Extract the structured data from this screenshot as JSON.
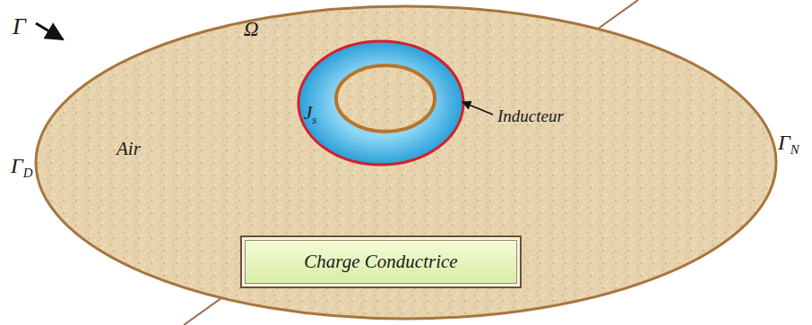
{
  "diagram": {
    "nodes": [
      {
        "text": [
          "Ω",
          "Air"
        ]
      },
      {
        "text": [
          "Js"
        ],
        "in": 0
      },
      {
        "text": [
          "Charge Conductrice"
        ],
        "in": 0
      }
    ],
    "labels": [
      "Γ",
      "ΓD",
      "ΓN",
      "Inducteur"
    ]
  }
}
